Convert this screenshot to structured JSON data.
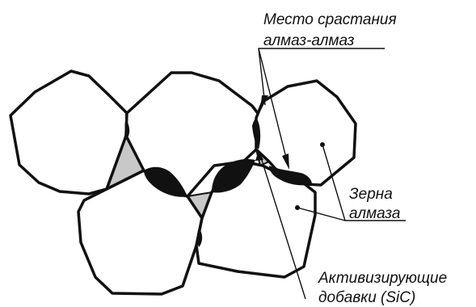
{
  "labels": {
    "junction_line1": "Место срастания",
    "junction_line2": "алмаз-алмаз",
    "grains_line1": "Зерна",
    "grains_line2": "алмаза",
    "additives_line1": "Активизирующие",
    "additives_line2": "добавки (SiC)"
  },
  "colors": {
    "outline": "#111111",
    "grain_fill": "#ffffff",
    "additive_fill": "#c8c8c8",
    "bond_fill": "#111111",
    "leader": "#111111"
  }
}
